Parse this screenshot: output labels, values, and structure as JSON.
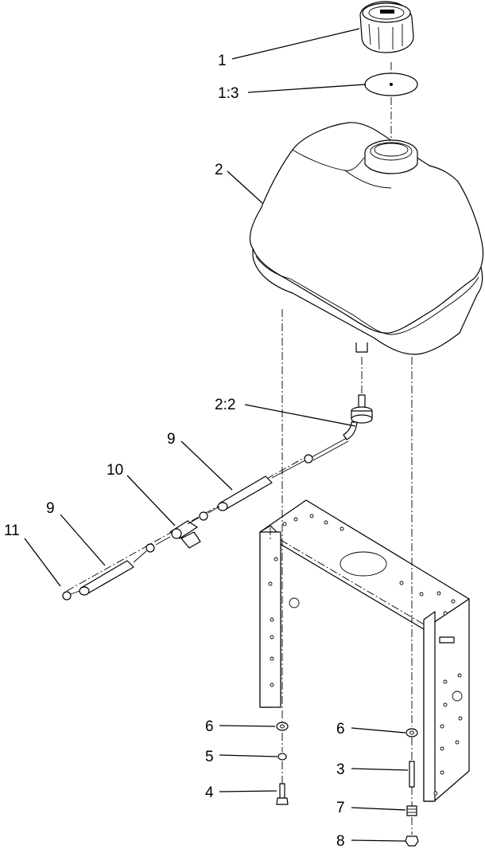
{
  "callouts": [
    {
      "id": "c1",
      "text": "1"
    },
    {
      "id": "c1_3",
      "text": "1:3"
    },
    {
      "id": "c2",
      "text": "2"
    },
    {
      "id": "c2_2",
      "text": "2:2"
    },
    {
      "id": "c9a",
      "text": "9"
    },
    {
      "id": "c10",
      "text": "10"
    },
    {
      "id": "c9b",
      "text": "9"
    },
    {
      "id": "c11",
      "text": "11"
    },
    {
      "id": "c6a",
      "text": "6"
    },
    {
      "id": "c6b",
      "text": "6"
    },
    {
      "id": "c5",
      "text": "5"
    },
    {
      "id": "c3",
      "text": "3"
    },
    {
      "id": "c4",
      "text": "4"
    },
    {
      "id": "c7",
      "text": "7"
    },
    {
      "id": "c8",
      "text": "8"
    }
  ]
}
